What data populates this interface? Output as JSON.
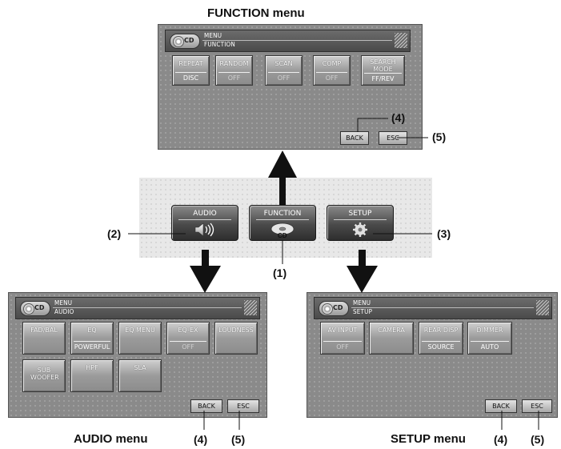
{
  "captions": {
    "function_menu": "FUNCTION menu",
    "audio_menu": "AUDIO menu",
    "setup_menu": "SETUP menu"
  },
  "callouts": {
    "n1": "(1)",
    "n2": "(2)",
    "n3": "(3)",
    "fn_back": "(4)",
    "fn_esc": "(5)",
    "audio_back": "(4)",
    "audio_esc": "(5)",
    "setup_back": "(4)",
    "setup_esc": "(5)"
  },
  "function_screen": {
    "header": {
      "line1": "MENU",
      "line2": "FUNCTION",
      "source": "CD",
      "source_icon": "cd-disc-icon"
    },
    "buttons": [
      {
        "label": "REPEAT",
        "value": "DISC"
      },
      {
        "label": "RANDOM",
        "value": "OFF"
      },
      {
        "label": "SCAN",
        "value": "OFF"
      },
      {
        "label": "COMP",
        "value": "OFF"
      },
      {
        "label": "SEARCH MODE",
        "value": "FF/REV"
      }
    ],
    "back": "BACK",
    "esc": "ESC"
  },
  "main_buttons": {
    "audio": {
      "label": "AUDIO",
      "icon": "speaker-icon"
    },
    "function": {
      "label": "FUNCTION",
      "icon": "cd-icon",
      "icon_text": "CD"
    },
    "setup": {
      "label": "SETUP",
      "icon": "gear-icon"
    }
  },
  "audio_screen": {
    "header": {
      "line1": "MENU",
      "line2": "AUDIO",
      "source": "CD"
    },
    "buttons": [
      {
        "label": "FAD/BAL",
        "value": ""
      },
      {
        "label": "EQ",
        "value": "POWERFUL"
      },
      {
        "label": "EQ MENU",
        "value": ""
      },
      {
        "label": "EQ-EX",
        "value": "OFF"
      },
      {
        "label": "LOUDNESS",
        "value": ""
      },
      {
        "label": "SUB WOOFER",
        "value": ""
      },
      {
        "label": "HPF",
        "value": ""
      },
      {
        "label": "SLA",
        "value": ""
      }
    ],
    "back": "BACK",
    "esc": "ESC"
  },
  "setup_screen": {
    "header": {
      "line1": "MENU",
      "line2": "SETUP",
      "source": "CD"
    },
    "buttons": [
      {
        "label": "AV INPUT",
        "value": "OFF"
      },
      {
        "label": "CAMERA",
        "value": ""
      },
      {
        "label": "REAR DISP",
        "value": "SOURCE"
      },
      {
        "label": "DIMMER",
        "value": "AUTO"
      }
    ],
    "back": "BACK",
    "esc": "ESC"
  },
  "colors": {
    "screen_bg": "#8a8a8a",
    "arrow": "#111111",
    "panel_bg": "#e8e8e8"
  }
}
